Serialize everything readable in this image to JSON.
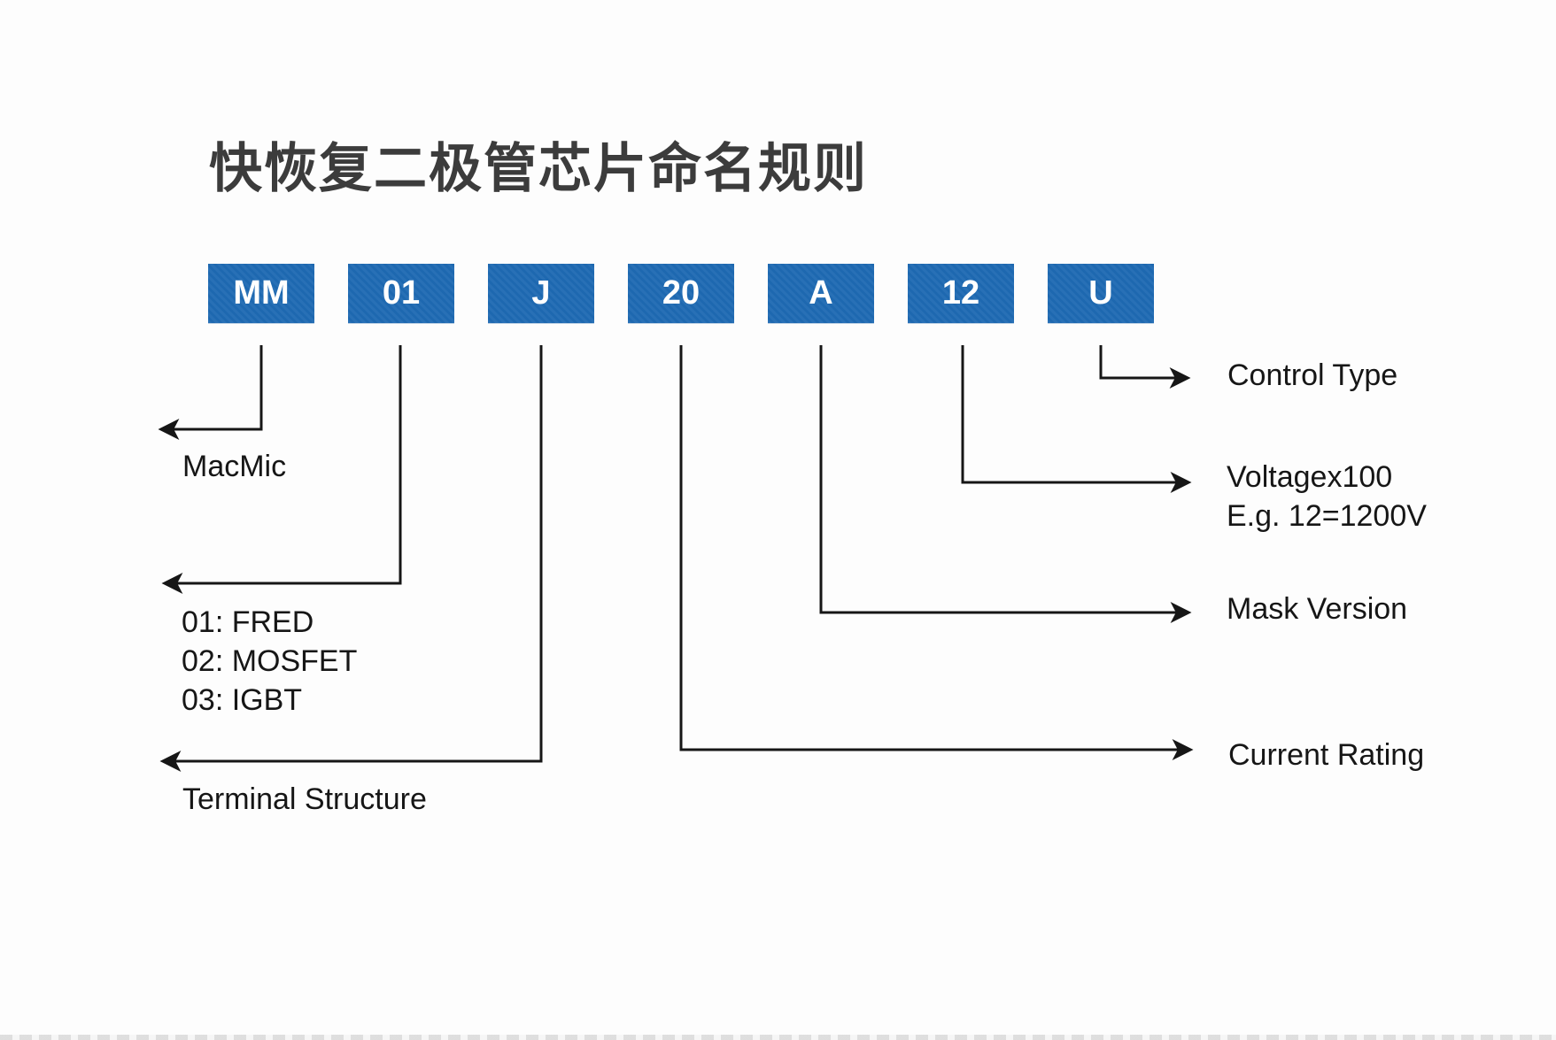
{
  "title": "快恢复二极管芯片命名规则",
  "boxes": [
    {
      "label": "MM"
    },
    {
      "label": "01"
    },
    {
      "label": "J"
    },
    {
      "label": "20"
    },
    {
      "label": "A"
    },
    {
      "label": "12"
    },
    {
      "label": "U"
    }
  ],
  "labels": {
    "manufacturer": "MacMic",
    "device_type_lines": [
      "01: FRED",
      "02: MOSFET",
      "03: IGBT"
    ],
    "terminal_structure": "Terminal Structure",
    "current_rating": "Current Rating",
    "mask_version": "Mask Version",
    "voltage_lines": [
      "Voltagex100",
      "E.g. 12=1200V"
    ],
    "control_type": "Control Type"
  },
  "colors": {
    "box_blue": "#1e6ab3",
    "box_text": "#ffffff",
    "connector_line": "#161616",
    "title_gray": "#3c3c3c"
  }
}
